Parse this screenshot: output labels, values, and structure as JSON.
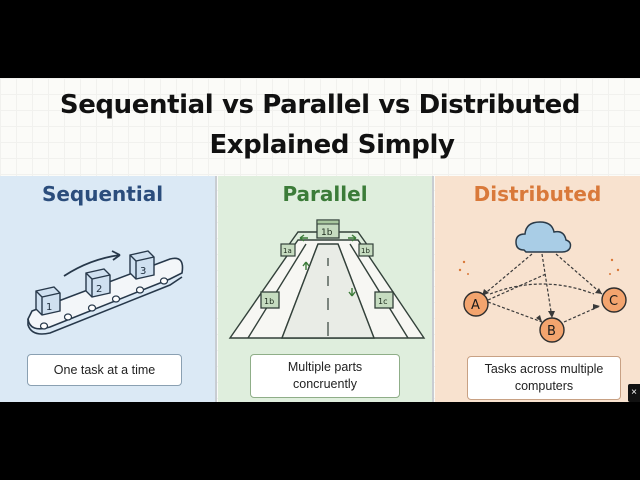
{
  "title": {
    "line1": "Sequential vs Parallel vs Distributed",
    "line2": "Explained Simply"
  },
  "colors": {
    "sequential_accent": "#2b4d7c",
    "parallel_accent": "#3c7c39",
    "distributed_accent": "#d9793a",
    "sequential_bg": "#dbe9f5",
    "parallel_bg": "#dfeedd",
    "distributed_bg": "#f8e2cf"
  },
  "panels": {
    "sequential": {
      "title": "Sequential",
      "caption": "One task at a time",
      "boxes": [
        "1",
        "2",
        "3"
      ]
    },
    "parallel": {
      "title": "Parallel",
      "caption_line1": "Multiple parts",
      "caption_line2": "concruently",
      "boxes": {
        "top": "1b",
        "left_top": "1a",
        "right_top": "1b",
        "left_bottom": "1b",
        "right_bottom": "1c"
      }
    },
    "distributed": {
      "title": "Distributed",
      "caption_line1": "Tasks across multiple",
      "caption_line2": "computers",
      "nodes": [
        "A",
        "B",
        "C"
      ]
    }
  },
  "icons": {
    "sequential": "conveyor-belt-icon",
    "parallel": "multi-lane-road-icon",
    "distributed": "cloud-network-icon"
  }
}
